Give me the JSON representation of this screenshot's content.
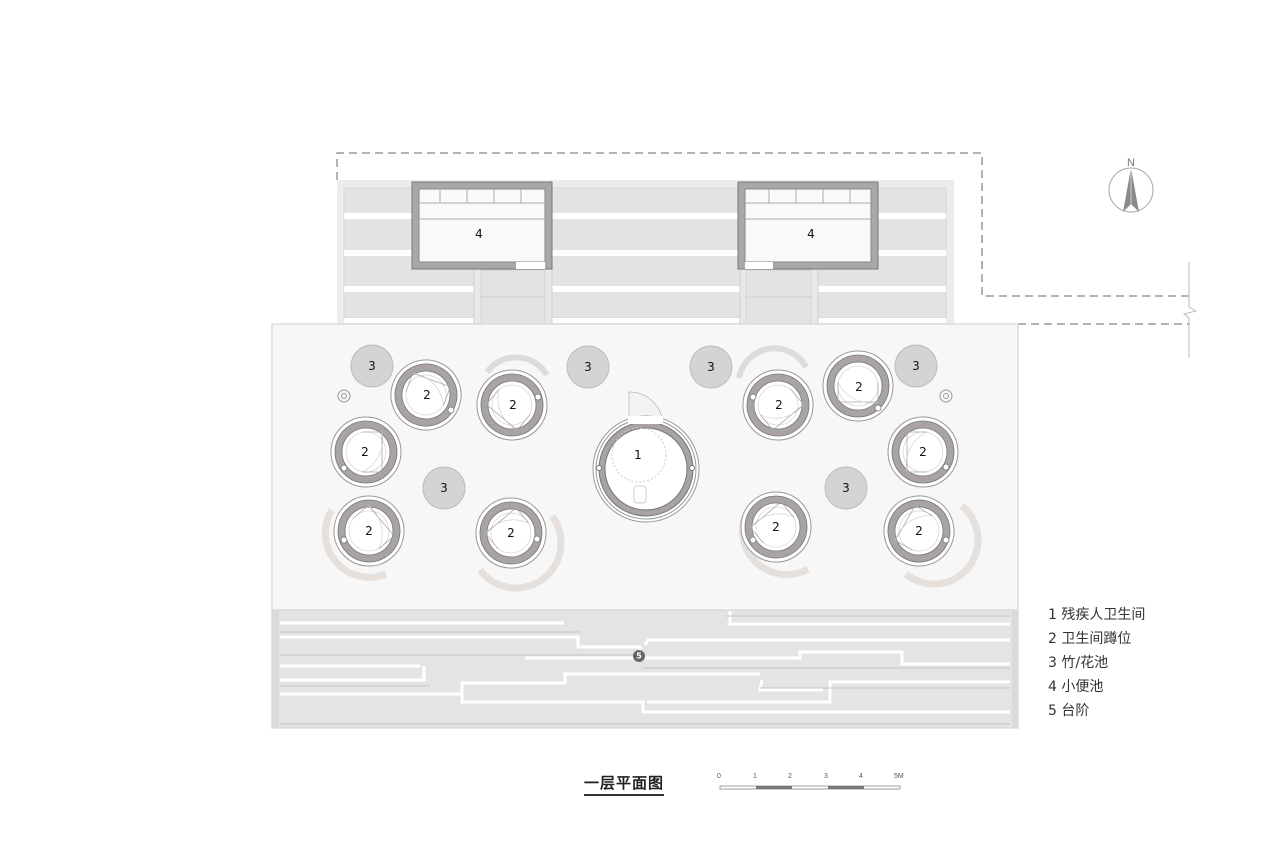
{
  "drawing": {
    "title": "一层平面图",
    "north_label": "N"
  },
  "legend": {
    "items": [
      {
        "num": "1",
        "label": "残疾人卫生间"
      },
      {
        "num": "2",
        "label": "卫生间蹲位"
      },
      {
        "num": "3",
        "label": "竹/花池"
      },
      {
        "num": "4",
        "label": "小便池"
      },
      {
        "num": "5",
        "label": "台阶"
      }
    ]
  },
  "scale_bar": {
    "ticks": [
      "0",
      "1",
      "2",
      "3",
      "4",
      "5M"
    ]
  },
  "labels": {
    "accessible_toilet": "1",
    "stall": "2",
    "planter": "3",
    "urinal": "4",
    "steps": "5"
  },
  "colors": {
    "wall_ring": "#a9a3a3",
    "planter": "#d4d4d4",
    "platform": "#f7f7f7",
    "steps": "#e4e4e4",
    "accent_arc": "#e6e0dc"
  }
}
